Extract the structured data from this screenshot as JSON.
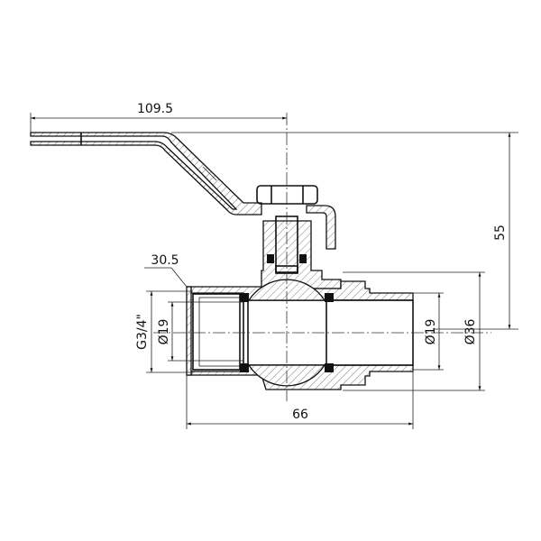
{
  "drawing": {
    "dimensions": {
      "handle_length": "109.5",
      "height": "55",
      "wrench_size": "30.5",
      "thread": "G3/4\"",
      "bore_left": "Ø19",
      "bore_right": "Ø19",
      "outer_diameter": "Ø36",
      "length": "66"
    }
  }
}
